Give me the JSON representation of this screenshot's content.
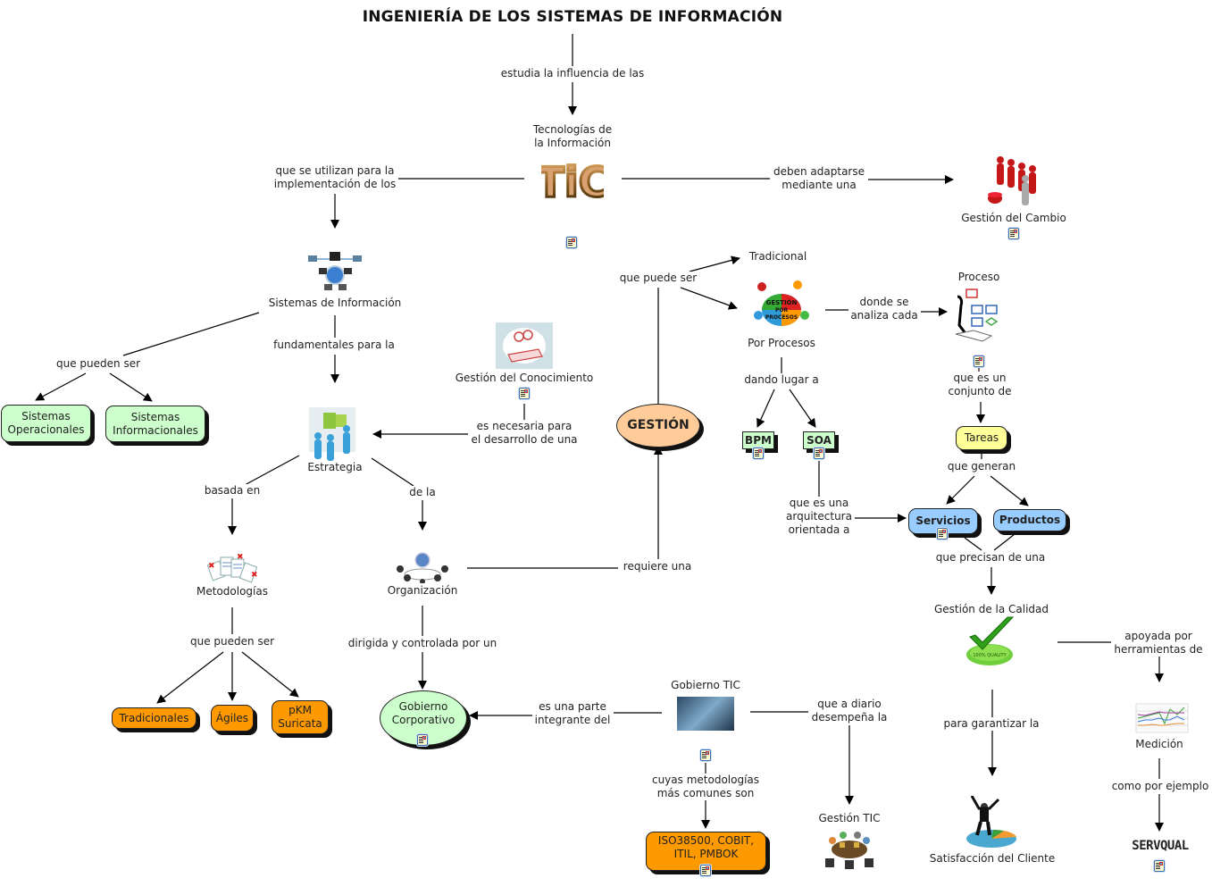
{
  "title": "INGENIERÍA DE LOS SISTEMAS DE INFORMACIÓN",
  "concepts": {
    "tic": {
      "label_1": "Tecnologías de",
      "label_2": "la Información",
      "icon_text": "TiC"
    },
    "gestion_cambio": {
      "label": "Gestión del Cambio"
    },
    "sistemas_informacion": {
      "label": "Sistemas de Información"
    },
    "sistemas_operacionales": {
      "label_1": "Sistemas",
      "label_2": "Operacionales"
    },
    "sistemas_informacionales": {
      "label_1": "Sistemas",
      "label_2": "Informacionales"
    },
    "gestion_conocimiento": {
      "label": "Gestión del Conocimiento"
    },
    "estrategia": {
      "label": "Estrategia"
    },
    "gestion": {
      "label": "GESTIÓN"
    },
    "tradicional": {
      "label": "Tradicional"
    },
    "por_procesos": {
      "label": "Por Procesos",
      "icon_text_1": "GESTIÓN",
      "icon_text_2": "POR",
      "icon_text_3": "PROCESOS"
    },
    "proceso": {
      "label": "Proceso"
    },
    "bpm": {
      "label": "BPM"
    },
    "soa": {
      "label": "SOA"
    },
    "tareas": {
      "label": "Tareas"
    },
    "servicios": {
      "label": "Servicios"
    },
    "productos": {
      "label": "Productos"
    },
    "metodologias": {
      "label": "Metodologías"
    },
    "organizacion": {
      "label": "Organización"
    },
    "tradicionales": {
      "label": "Tradicionales"
    },
    "agiles": {
      "label": "Ágiles"
    },
    "pkm": {
      "label_1": "pKM",
      "label_2": "Suricata"
    },
    "gobierno_corporativo": {
      "label_1": "Gobierno",
      "label_2": "Corporativo"
    },
    "gobierno_tic": {
      "label": "Gobierno TIC"
    },
    "iso": {
      "label_1": "ISO38500, COBIT,",
      "label_2": "ITIL, PMBOK"
    },
    "gestion_tic": {
      "label": "Gestión TIC"
    },
    "gestion_calidad": {
      "label": "Gestión de la Calidad",
      "icon_text": "100% QUALITY"
    },
    "medicion": {
      "label": "Medición"
    },
    "satisfaccion": {
      "label": "Satisfacción del Cliente"
    },
    "servqual": {
      "label": "SERVQUAL"
    }
  },
  "linking_phrases": {
    "estudia": "estudia la influencia de las",
    "utilizan_1": "que se utilizan para la",
    "utilizan_2": "implementación de los",
    "adaptarse_1": "deben adaptarse",
    "adaptarse_2": "mediante una",
    "pueden_ser_si": "que pueden ser",
    "fundamentales": "fundamentales para la",
    "necesaria_1": "es necesaria para",
    "necesaria_2": "el desarrollo de una",
    "puede_ser": "que puede ser",
    "donde_1": "donde se",
    "donde_2": "analiza cada",
    "dando_lugar": "dando lugar a",
    "conjunto_1": "que es un",
    "conjunto_2": "conjunto de",
    "generan": "que generan",
    "arquitectura_1": "que es una",
    "arquitectura_2": "arquitectura",
    "arquitectura_3": "orientada a",
    "precisan": "que precisan de una",
    "basada": "basada en",
    "de_la": "de la",
    "requiere": "requiere una",
    "pueden_ser_met": "que pueden ser",
    "dirigida": "dirigida y controlada por un",
    "parte_1": "es una parte",
    "parte_2": "integrante del",
    "diario_1": "que a diario",
    "diario_2": "desempeña la",
    "cuyas_1": "cuyas metodologías",
    "cuyas_2": "más comunes son",
    "apoyada_1": "apoyada por",
    "apoyada_2": "herramientas de",
    "garantizar": "para garantizar la",
    "ejemplo": "como por ejemplo"
  },
  "colors": {
    "green_node": "#ccffcc",
    "orange_node": "#ff9900",
    "blue_node": "#99ccff",
    "yellow_node": "#ffff99",
    "gestion_node": "#ffcc99"
  }
}
